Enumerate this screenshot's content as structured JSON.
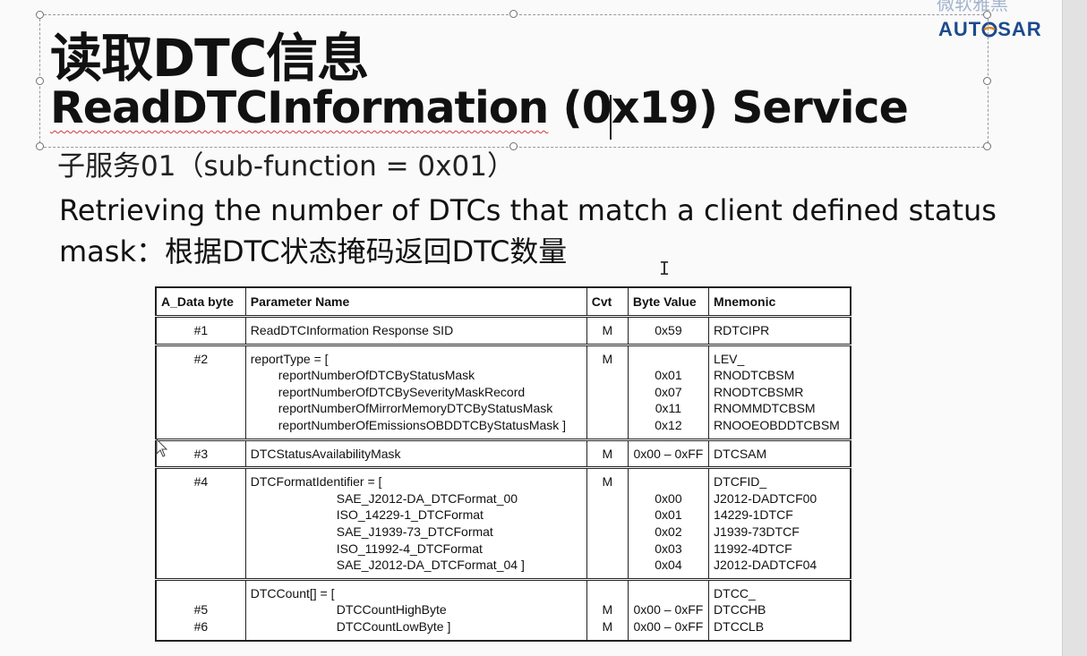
{
  "watermark": "微软雅黑",
  "logo": {
    "pre": "AUT",
    "post": "SAR",
    "color": "#1d4a8c"
  },
  "title_cn": "读取DTC信息",
  "title_en": {
    "word": "ReadDTCInformation",
    "rest_a": " (0x19",
    "rest_b": ") Service"
  },
  "subtitle": "子服务01（sub-function = 0x01）",
  "description": "Retrieving the number of DTCs that match a client defined status mask：根据DTC状态掩码返回DTC数量",
  "table": {
    "headers": [
      "A_Data byte",
      "Parameter Name",
      "Cvt",
      "Byte Value",
      "Mnemonic"
    ],
    "r1": {
      "byte": "#1",
      "param": "ReadDTCInformation Response SID",
      "cvt": "M",
      "value": "0x59",
      "mnemonic": "RDTCIPR"
    },
    "r2": {
      "byte": "#2",
      "cvt": "M",
      "param": [
        "reportType = [",
        "reportNumberOfDTCByStatusMask",
        "reportNumberOfDTCBySeverityMaskRecord",
        "reportNumberOfMirrorMemoryDTCByStatusMask",
        "reportNumberOfEmissionsOBDDTCByStatusMask ]"
      ],
      "value": [
        "",
        "0x01",
        "0x07",
        "0x11",
        "0x12"
      ],
      "mnemonic": [
        "LEV_",
        "RNODTCBSM",
        "RNODTCBSMR",
        "RNOMMDTCBSM",
        "RNOOEOBDDTCBSM"
      ]
    },
    "r3": {
      "byte": "#3",
      "param": "DTCStatusAvailabilityMask",
      "cvt": "M",
      "value": "0x00 – 0xFF",
      "mnemonic": "DTCSAM"
    },
    "r4": {
      "byte": "#4",
      "cvt": "M",
      "param": [
        "DTCFormatIdentifier = [",
        "SAE_J2012-DA_DTCFormat_00",
        "ISO_14229-1_DTCFormat",
        "SAE_J1939-73_DTCFormat",
        "ISO_11992-4_DTCFormat",
        "SAE_J2012-DA_DTCFormat_04 ]"
      ],
      "value": [
        "",
        "0x00",
        "0x01",
        "0x02",
        "0x03",
        "0x04"
      ],
      "mnemonic": [
        "DTCFID_",
        "J2012-DADTCF00",
        "14229-1DTCF",
        "J1939-73DTCF",
        "11992-4DTCF",
        "J2012-DADTCF04"
      ]
    },
    "r5": {
      "byte": [
        "",
        "#5",
        "#6"
      ],
      "param": [
        "DTCCount[] = [",
        "DTCCountHighByte",
        "DTCCountLowByte ]"
      ],
      "cvt": [
        "",
        "M",
        "M"
      ],
      "value": [
        "",
        "0x00 – 0xFF",
        "0x00 – 0xFF"
      ],
      "mnemonic": [
        "DTCC_",
        "DTCCHB",
        "DTCCLB"
      ]
    }
  },
  "icons": {
    "text_cursor": "i-beam-cursor-icon",
    "pointer": "arrow-pointer-icon"
  }
}
